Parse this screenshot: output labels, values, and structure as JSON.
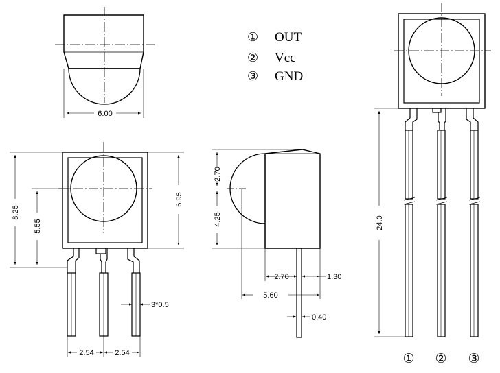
{
  "legend": [
    {
      "marker": "①",
      "label": "OUT"
    },
    {
      "marker": "②",
      "label": "Vcc"
    },
    {
      "marker": "③",
      "label": "GND"
    }
  ],
  "dimensions": {
    "top_width": "6.00",
    "body_height": "8.25",
    "lens_center_height": "5.55",
    "frame_height": "6.95",
    "pin_pitch_left": "2.54",
    "pin_pitch_right": "2.54",
    "pin_width": "3*0.5",
    "side_upper": "2.70",
    "side_lower": "4.25",
    "side_depth": "2.70",
    "side_overhang": "1.30",
    "side_total": "5.60",
    "pin_thickness": "0.40",
    "total_length": "24.0"
  },
  "pin_labels": [
    "①",
    "②",
    "③"
  ],
  "colors": {
    "line": "#000000",
    "background": "#ffffff"
  }
}
